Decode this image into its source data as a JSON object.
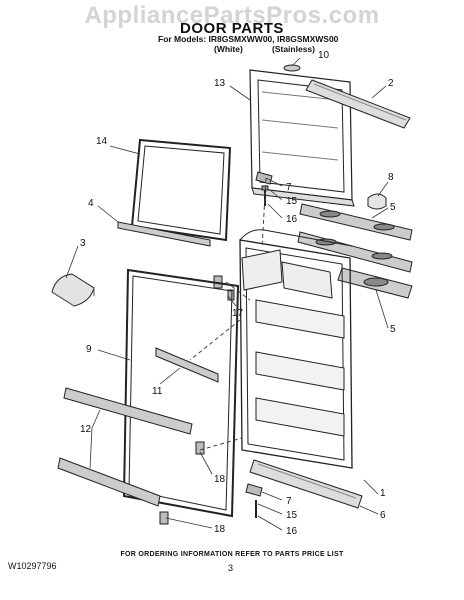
{
  "watermark": "AppliancePartsPros.com",
  "header": {
    "title": "DOOR PARTS",
    "models_line": "For Models: IR8GSMXWW00, IR8GSMXWS00",
    "variant_white": "(White)",
    "variant_stainless": "(Stainless)"
  },
  "callouts": {
    "c1": "1",
    "c2": "2",
    "c3": "3",
    "c4": "4",
    "c5a": "5",
    "c5b": "5",
    "c6": "6",
    "c7a": "7",
    "c7b": "7",
    "c8": "8",
    "c9": "9",
    "c10": "10",
    "c11": "11",
    "c12": "12",
    "c13": "13",
    "c14": "14",
    "c15a": "15",
    "c15b": "15",
    "c16a": "16",
    "c16b": "16",
    "c17": "17",
    "c18a": "18",
    "c18b": "18"
  },
  "footer": {
    "doc_number": "W10297796",
    "ordering_info": "FOR ORDERING INFORMATION REFER TO PARTS PRICE LIST",
    "page": "3"
  }
}
